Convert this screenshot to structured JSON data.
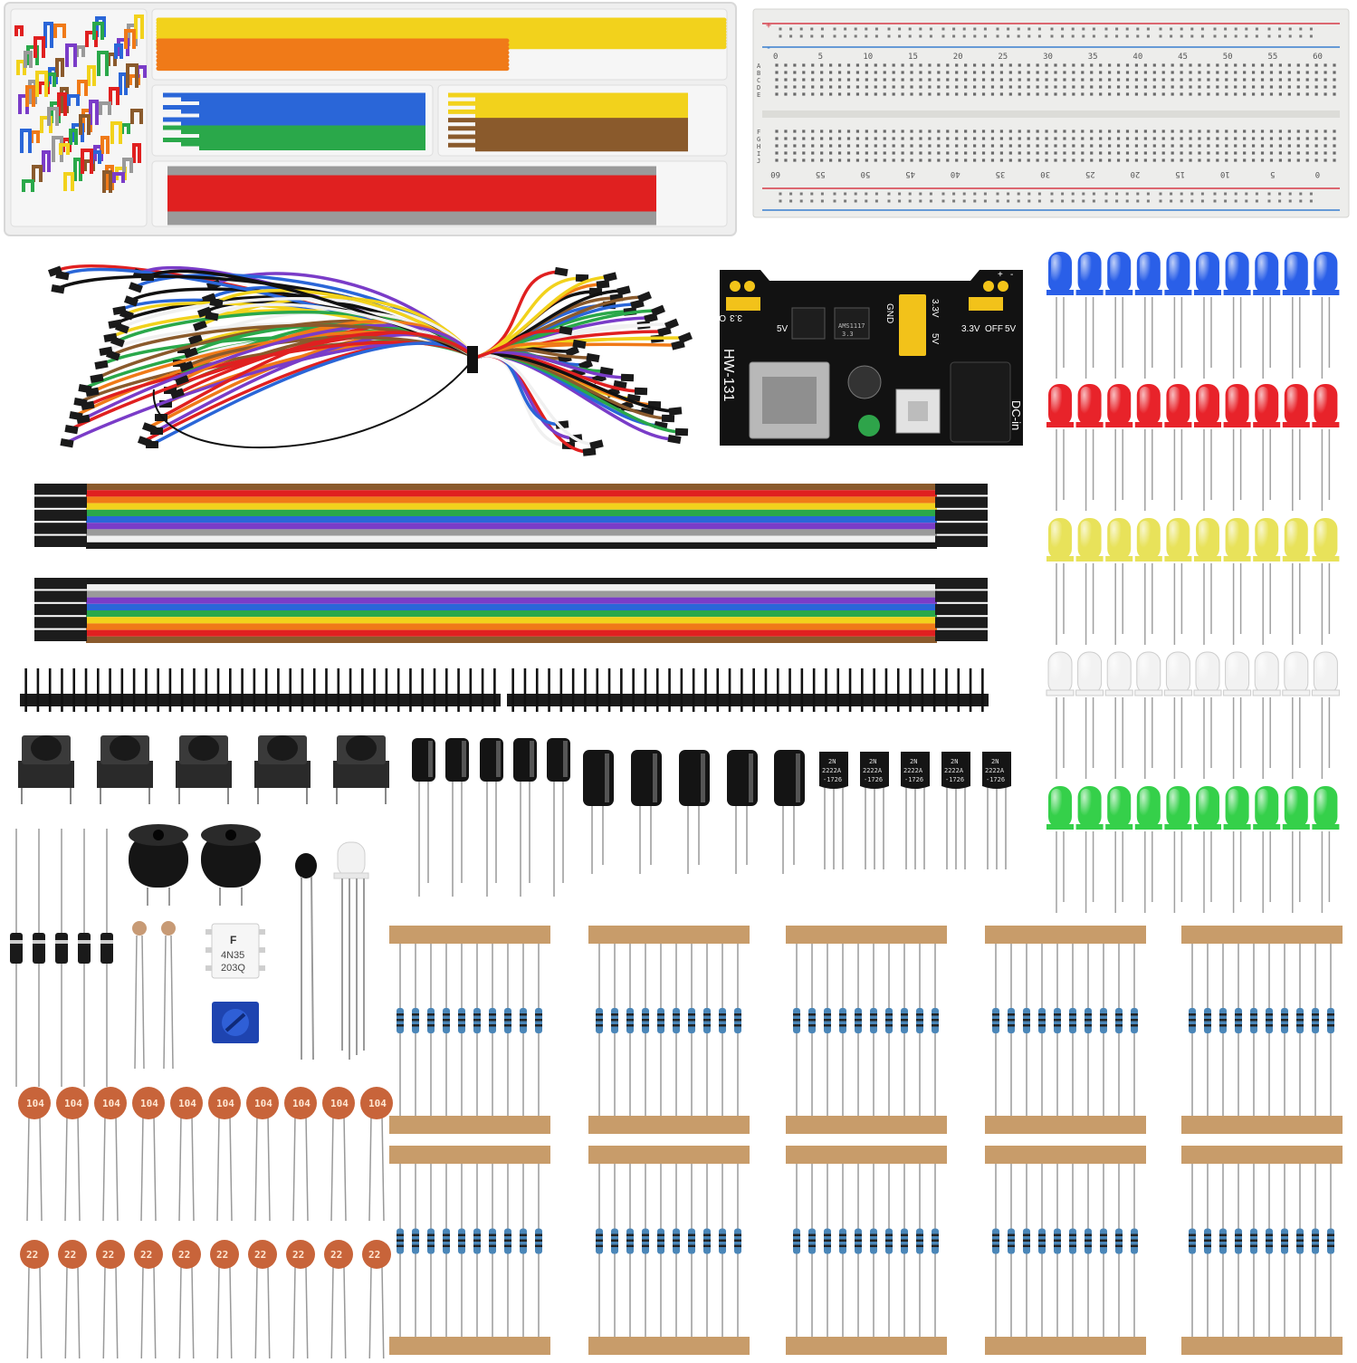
{
  "colors": {
    "background": "#ffffff",
    "box": "#efefef",
    "breadboard": "#ededeb",
    "pcb": "#121212",
    "jumper_header": "#f2c21a",
    "rail_red": "#d63b47",
    "rail_blue": "#3a7fd0",
    "led_blue": "#2a5fe8",
    "led_red": "#e8232a",
    "led_yellow": "#e8e25a",
    "led_white": "#f2f2f2",
    "led_green": "#35d04a",
    "ceramic_cap": "#c8643a",
    "resistor": "#4a86b8",
    "tape": "#c89c6a",
    "ribbon": [
      "#8a5a2c",
      "#e02020",
      "#f07a18",
      "#f2d21c",
      "#2aa84a",
      "#2a66d8",
      "#7a3cc8",
      "#9a9a9a",
      "#f0f0f0",
      "#1a1a1a"
    ]
  },
  "breadboard": {
    "top_numbers": [
      "0",
      "5",
      "10",
      "15",
      "20",
      "25",
      "30",
      "35",
      "40",
      "45",
      "50",
      "55",
      "60"
    ],
    "bottom_numbers": [
      "60",
      "55",
      "50",
      "45",
      "40",
      "35",
      "30",
      "25",
      "20",
      "15",
      "10",
      "5",
      "0"
    ],
    "rows_top": [
      "A",
      "B",
      "C",
      "D",
      "E"
    ],
    "rows_bottom": [
      "F",
      "G",
      "H",
      "I",
      "J"
    ],
    "rail_signs": [
      "+",
      "-"
    ]
  },
  "power_module": {
    "model": "HW-131",
    "left_labels": [
      "3.3",
      "OFF",
      "5V"
    ],
    "right_labels": [
      "3.3V",
      "OFF",
      "5V"
    ],
    "side_labels": [
      "GND",
      "3.3V",
      "5V"
    ],
    "chip_text": [
      "AMS1117",
      "3.3"
    ],
    "jack_label": "DC-in",
    "plus_minus": [
      "+",
      "-"
    ]
  },
  "transistor": {
    "line1": "2N",
    "line2": "2222A",
    "line3": "-1726"
  },
  "optocoupler": {
    "logo": "F",
    "line1": "4N35",
    "line2": "203Q"
  },
  "capacitors": {
    "top_code": "104",
    "bottom_code": "22"
  }
}
